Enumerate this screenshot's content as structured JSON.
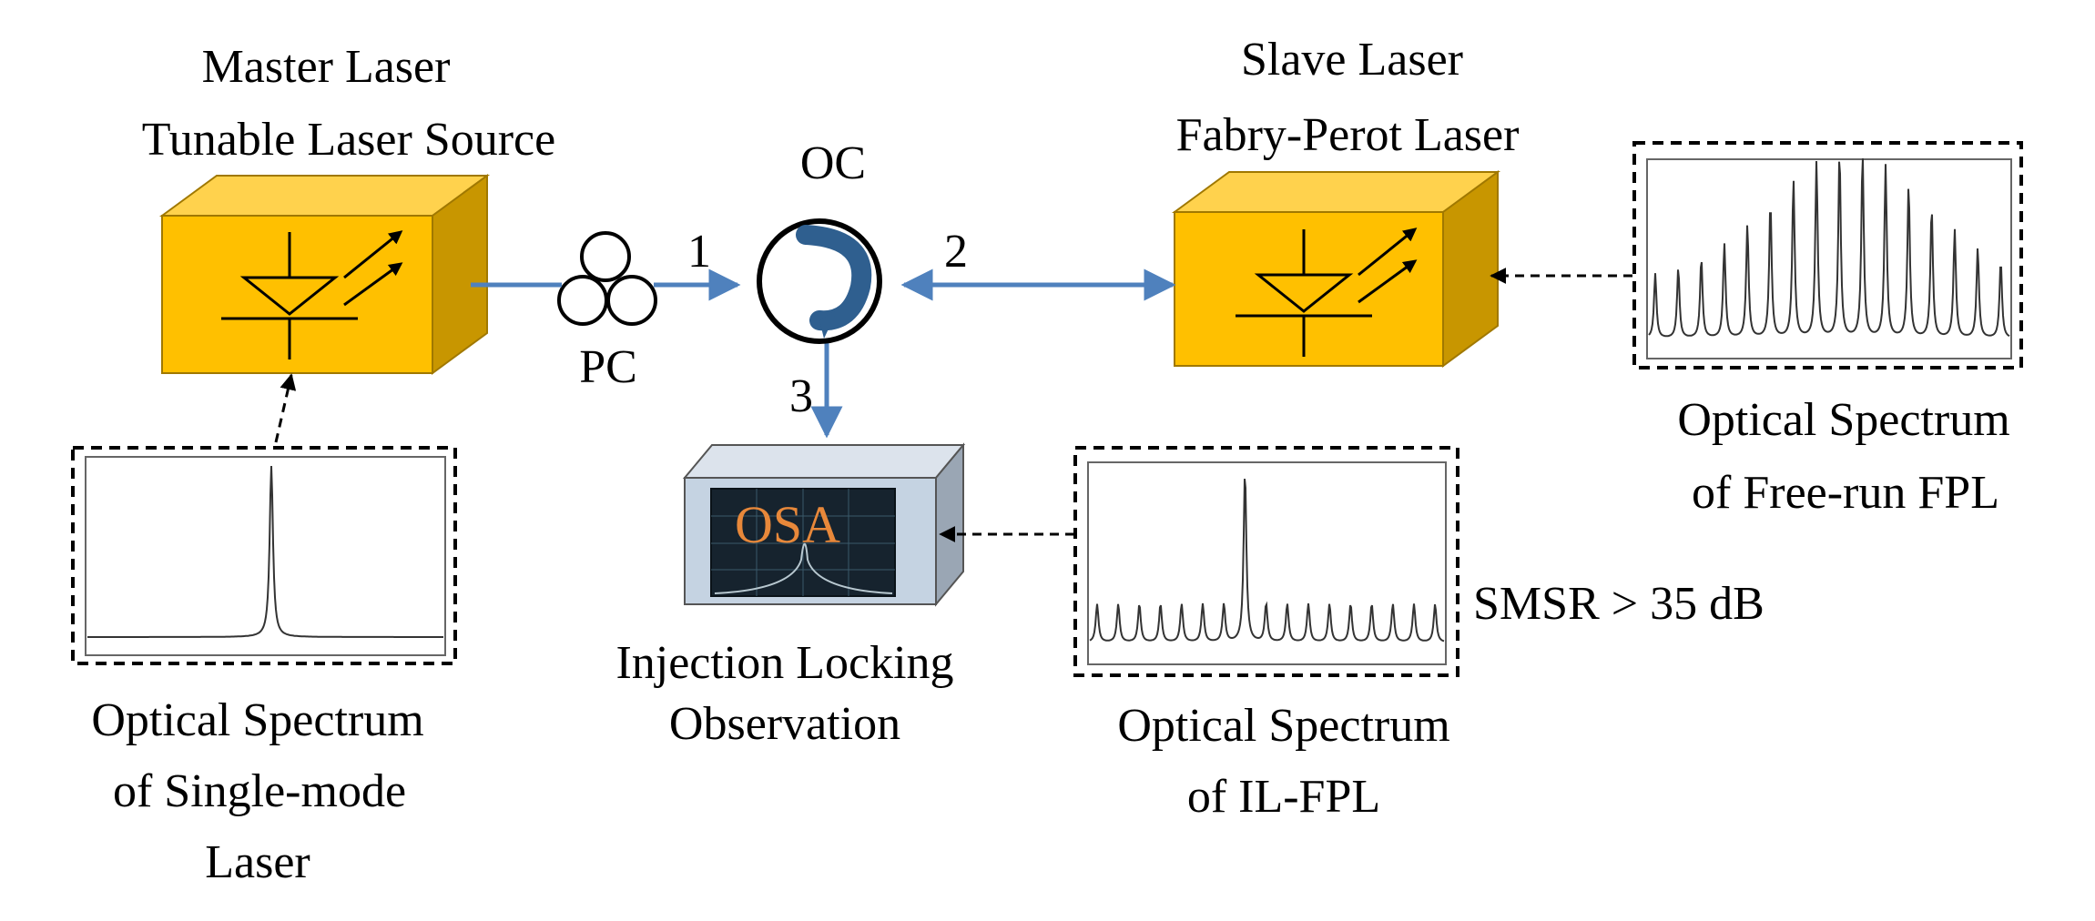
{
  "master": {
    "title_line1": "Master Laser",
    "title_line2": "Tunable Laser Source"
  },
  "slave": {
    "title_line1": "Slave Laser",
    "title_line2": "Fabry-Perot Laser"
  },
  "pc_label": "PC",
  "oc_label": "OC",
  "ports": {
    "p1": "1",
    "p2": "2",
    "p3": "3"
  },
  "osa": {
    "screen_text": "OSA",
    "caption_line1": "Injection Locking",
    "caption_line2": "Observation"
  },
  "spectra": {
    "single_mode": {
      "caption_line1": "Optical Spectrum",
      "caption_line2": "of Single-mode",
      "caption_line3": "Laser"
    },
    "free_run": {
      "caption_line1": "Optical Spectrum",
      "caption_line2": "of Free-run FPL"
    },
    "il_fpl": {
      "caption_line1": "Optical Spectrum",
      "caption_line2": "of IL-FPL",
      "smsr": "SMSR > 35 dB"
    }
  },
  "colors": {
    "laser_front": "#FFC000",
    "laser_top": "#FFD24D",
    "laser_side": "#C89600",
    "fiber": "#4F81BD",
    "circulator_arrow": "#2F5F8F",
    "osa_screen_text": "#E8883A"
  }
}
